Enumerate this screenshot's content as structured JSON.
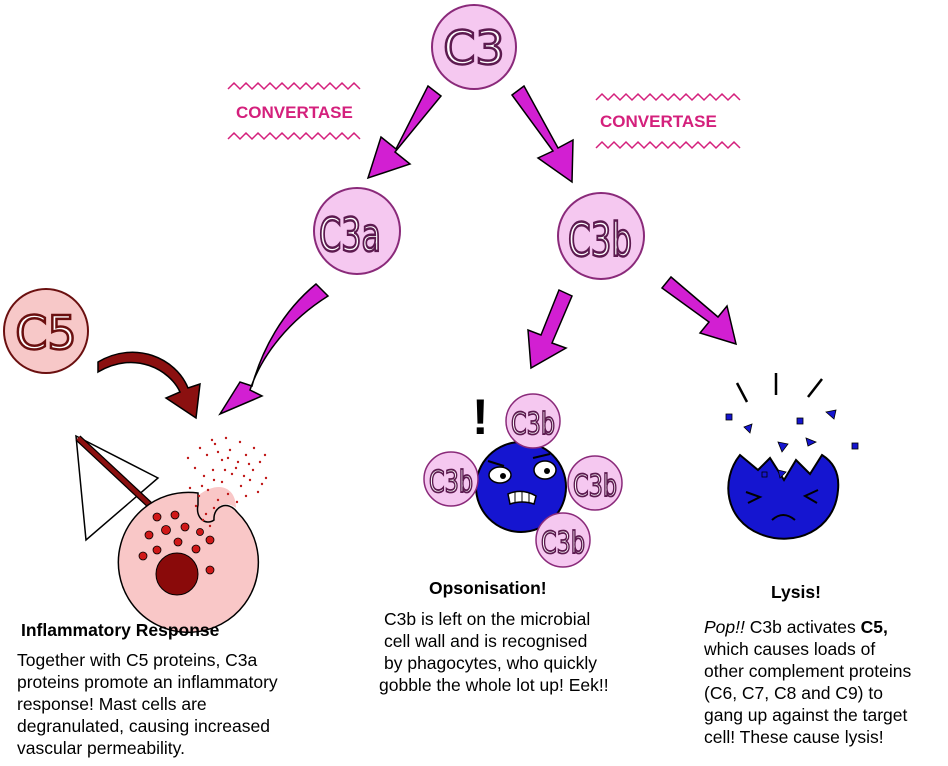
{
  "nodes": {
    "c3": "C3",
    "c3a": "C3a",
    "c3b": "C3b",
    "c5": "C5",
    "c3b_small": "C3b"
  },
  "convertase_left": "CONVERTASE",
  "convertase_right": "CONVERTASE",
  "exclamation": "!",
  "inflammatory": {
    "heading": "Inflammatory Response",
    "lines": [
      "Together with C5 proteins, C3a",
      "proteins promote an inflammatory",
      "response! Mast cells are",
      "degranulated, causing increased",
      "vascular permeability."
    ]
  },
  "opsonisation": {
    "heading": "Opsonisation!",
    "lines": [
      "C3b is left on the microbial",
      "cell wall and is recognised",
      "by phagocytes, who quickly",
      "gobble the whole lot up! Eek!!"
    ]
  },
  "lysis": {
    "heading": "Lysis!",
    "line1_italic": "Pop!!",
    "line1_rest": " C3b activates ",
    "line1_bold": "C5,",
    "lines": [
      "which causes loads of",
      "other complement proteins",
      "(C6, C7, C8 and C9) to",
      "gang up against the target",
      "cell! These cause lysis!"
    ]
  },
  "colors": {
    "complement_fill": "#f5c8f0",
    "complement_stroke": "#8a2a7a",
    "c5_fill": "#f7c8c8",
    "arrow_magenta": "#d21fd2",
    "arrow_maroon": "#8b1010",
    "convertase": "#d4207c",
    "microbe_blue": "#1515d0",
    "mast_cell_fill": "#f9c7c7",
    "granule_red": "#d01818",
    "nucleus_dark": "#8a0a0a"
  }
}
